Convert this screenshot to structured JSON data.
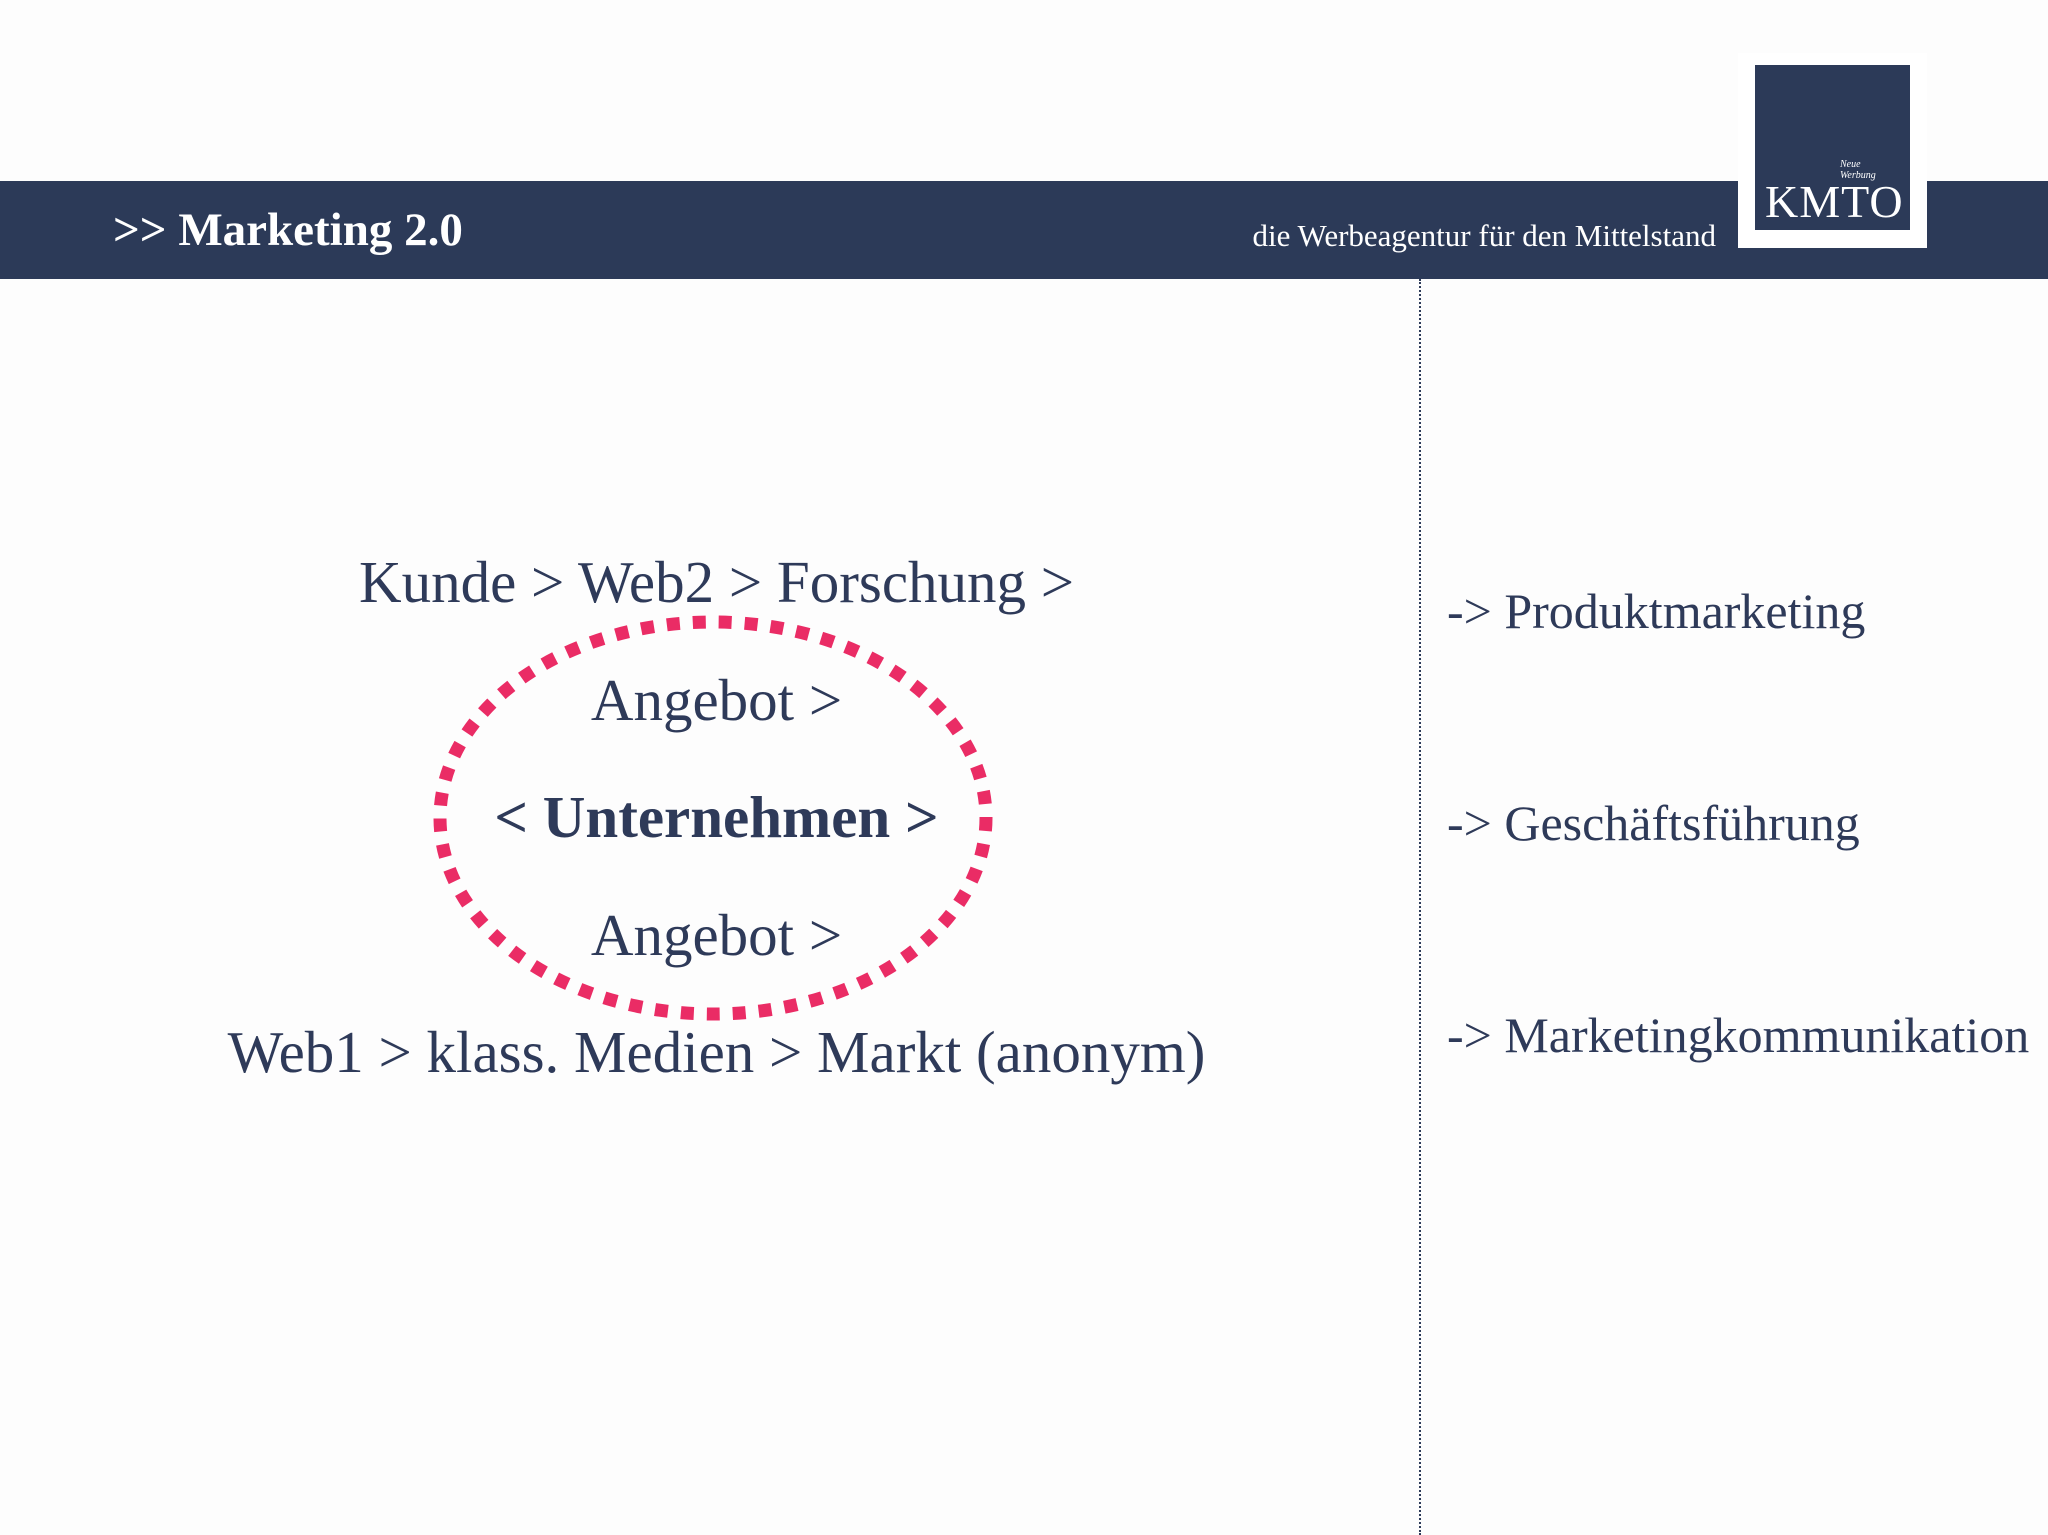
{
  "header": {
    "title": ">> Marketing 2.0",
    "tagline": "die Werbeagentur für den Mittelstand"
  },
  "logo": {
    "line1": "Neue",
    "line2": "Werbung",
    "name": "KMTO"
  },
  "diagram": {
    "lines": [
      "Kunde > Web2 > Forschung >",
      "Angebot >",
      "< Unternehmen >",
      "Angebot >",
      "Web1 > klass. Medien > Markt (anonym)"
    ],
    "highlight_color": "#ea2c65"
  },
  "side_items": [
    "-> Produktmarketing",
    "-> Geschäftsführung",
    "-> Marketingkommunikation"
  ],
  "colors": {
    "navy": "#2c3a58",
    "text": "#2e3a59",
    "accent": "#ea2c65"
  }
}
